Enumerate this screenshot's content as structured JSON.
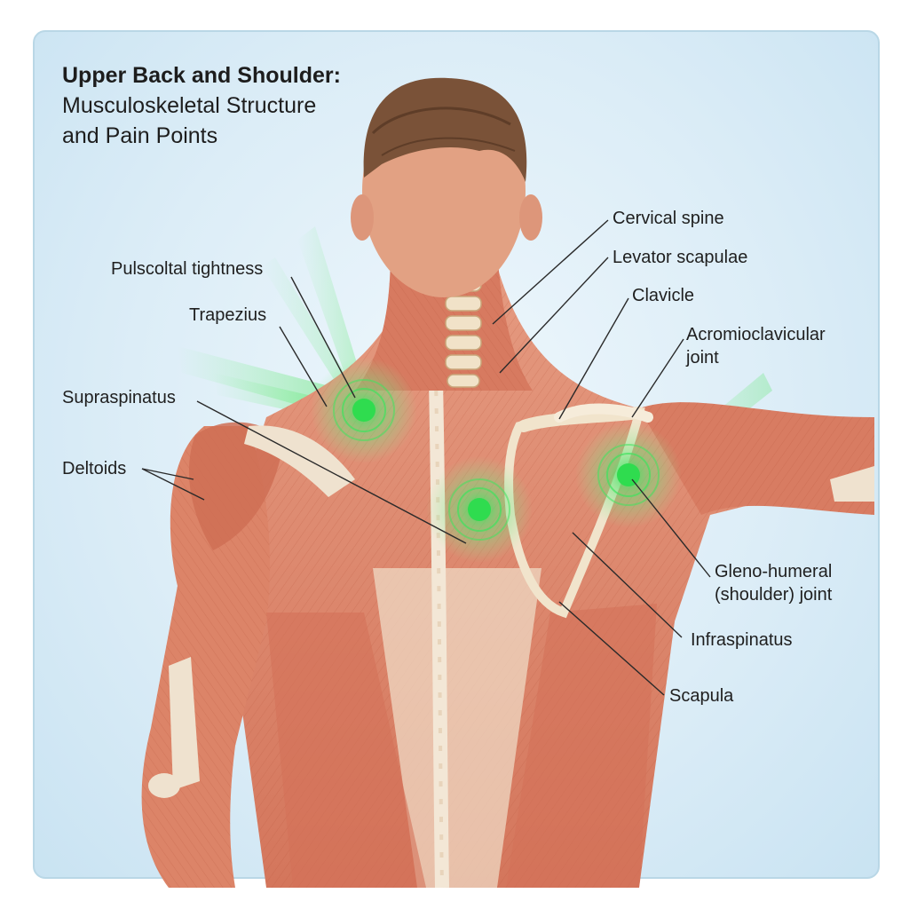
{
  "title": {
    "line1": "Upper Back and Shoulder:",
    "line2": "Musculoskeletal Structure",
    "line3": "and Pain Points"
  },
  "labels": {
    "pulscoltal_tightness": "Pulscoltal tightness",
    "trapezius": "Trapezius",
    "supraspinatus": "Supraspinatus",
    "deltoids": "Deltoids",
    "cervical_spine": "Cervical spine",
    "levator_scapulae": "Levator scapulae",
    "clavicle": "Clavicle",
    "acromioclavicular_1": "Acromioclavicular",
    "acromioclavicular_2": "joint",
    "glenohumeral_1": "Gleno-humeral",
    "glenohumeral_2": "(shoulder) joint",
    "infraspinatus": "Infraspinatus",
    "scapula": "Scapula"
  },
  "colors": {
    "muscle": "#d9816a",
    "muscle_dark": "#b9583f",
    "tendon": "#efe2cf",
    "hair": "#7a5238",
    "pain_glow": "#37e35a",
    "leader": "#2a2a2a"
  },
  "pain_points": [
    {
      "name": "trapezius-pain-point"
    },
    {
      "name": "spine-pain-point"
    },
    {
      "name": "shoulder-joint-pain-point"
    }
  ]
}
